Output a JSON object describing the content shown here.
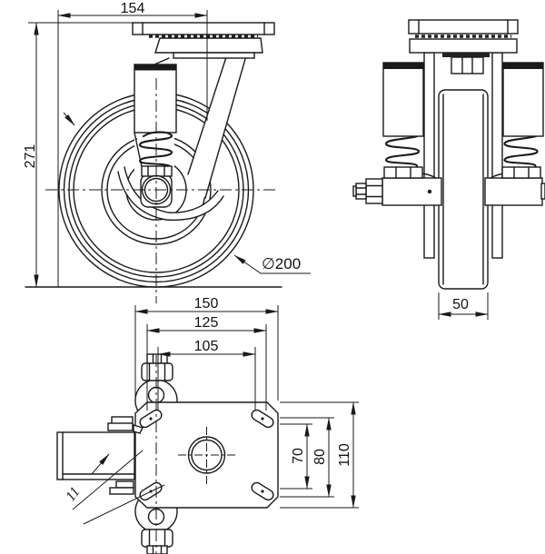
{
  "colors": {
    "background": "#ffffff",
    "line": "#1a1a1a"
  },
  "front_view": {
    "dim_width": "154",
    "dim_height": "271",
    "dim_wheel_diameter": "∅200"
  },
  "side_view": {
    "dim_wheel_width": "50"
  },
  "plate_view": {
    "dim_plate_width": "150",
    "dim_bolt_span_125": "125",
    "dim_bolt_span_105": "105",
    "dim_slot_span_70": "70",
    "dim_slot_span_80": "80",
    "dim_plate_depth_110": "110",
    "dim_slot_width_11": "11"
  }
}
